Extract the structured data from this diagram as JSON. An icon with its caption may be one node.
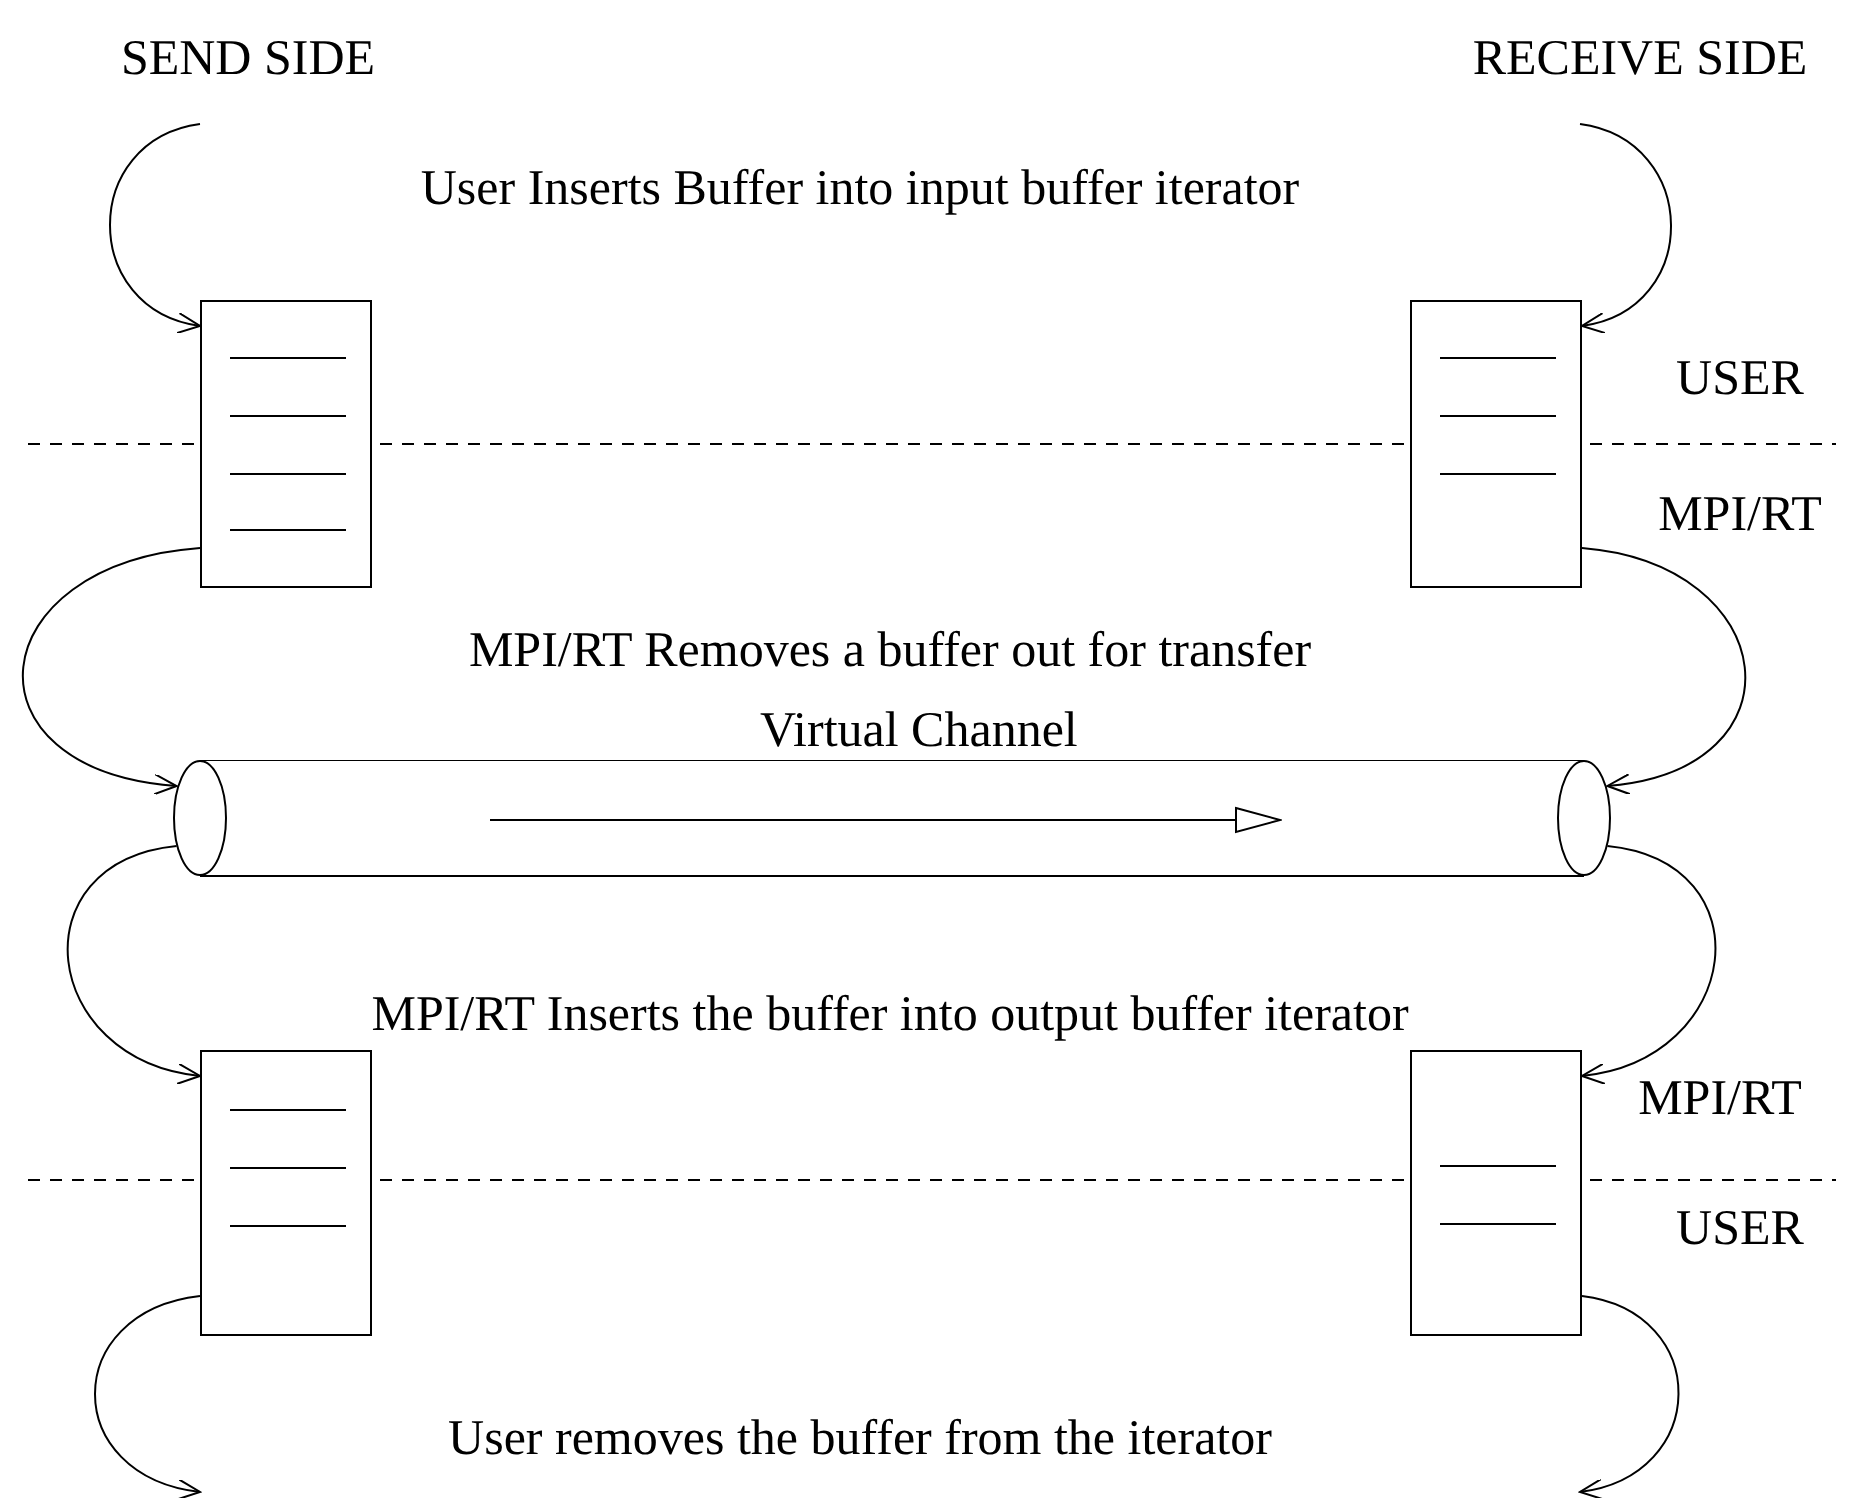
{
  "diagram": {
    "nodes": [
      {
        "text": [],
        "shape": "box"
      },
      {
        "text": [],
        "shape": "box"
      },
      {
        "text": [
          "Virtual Channel"
        ]
      },
      {
        "text": [],
        "shape": "box"
      },
      {
        "text": [],
        "shape": "box"
      }
    ],
    "edges": [
      {
        "from": null,
        "to": 0,
        "arrow": "to"
      },
      {
        "from": null,
        "to": 1,
        "arrow": "to"
      },
      {
        "from": 0,
        "to": 2,
        "arrow": "to"
      },
      {
        "from": 1,
        "to": 2,
        "arrow": "to"
      },
      {
        "from": 2,
        "to": 3,
        "arrow": "to"
      },
      {
        "from": 2,
        "to": 4,
        "arrow": "to"
      },
      {
        "from": 3,
        "to": null,
        "arrow": "to"
      },
      {
        "from": 4,
        "to": null,
        "arrow": "to"
      }
    ],
    "labels": [
      "SEND SIDE",
      "RECEIVE SIDE",
      "User Inserts Buffer into input buffer iterator",
      "USER",
      "MPI/RT",
      "MPI/RT Removes a buffer out for transfer",
      "MPI/RT Inserts the buffer into output buffer iterator",
      "MPI/RT",
      "USER",
      "User removes the buffer from the iterator"
    ]
  }
}
